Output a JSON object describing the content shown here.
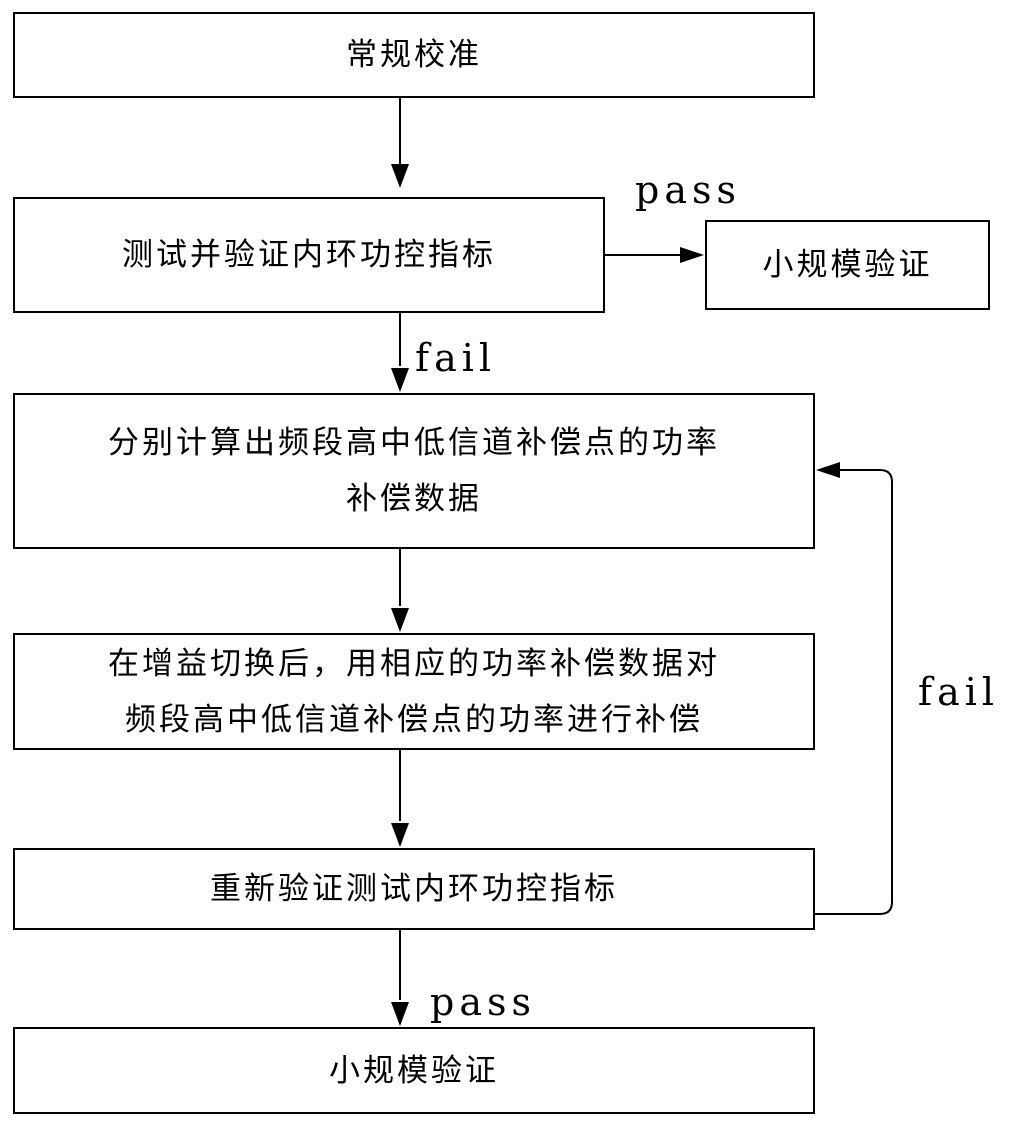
{
  "nodes": {
    "routine_calibration": "常规校准",
    "test_verify": "测试并验证内环功控指标",
    "small_scale_top": "小规模验证",
    "compute_line1": "分别计算出频段高中低信道补偿点的功率",
    "compute_line2": "补偿数据",
    "compensate_line1": "在增益切换后，用相应的功率补偿数据对",
    "compensate_line2": "频段高中低信道补偿点的功率进行补偿",
    "reverify": "重新验证测试内环功控指标",
    "small_scale_bottom": "小规模验证"
  },
  "edge_labels": {
    "pass_top": "pass",
    "fail_top": "fail",
    "fail_loop": "fail",
    "pass_bottom": "pass"
  }
}
